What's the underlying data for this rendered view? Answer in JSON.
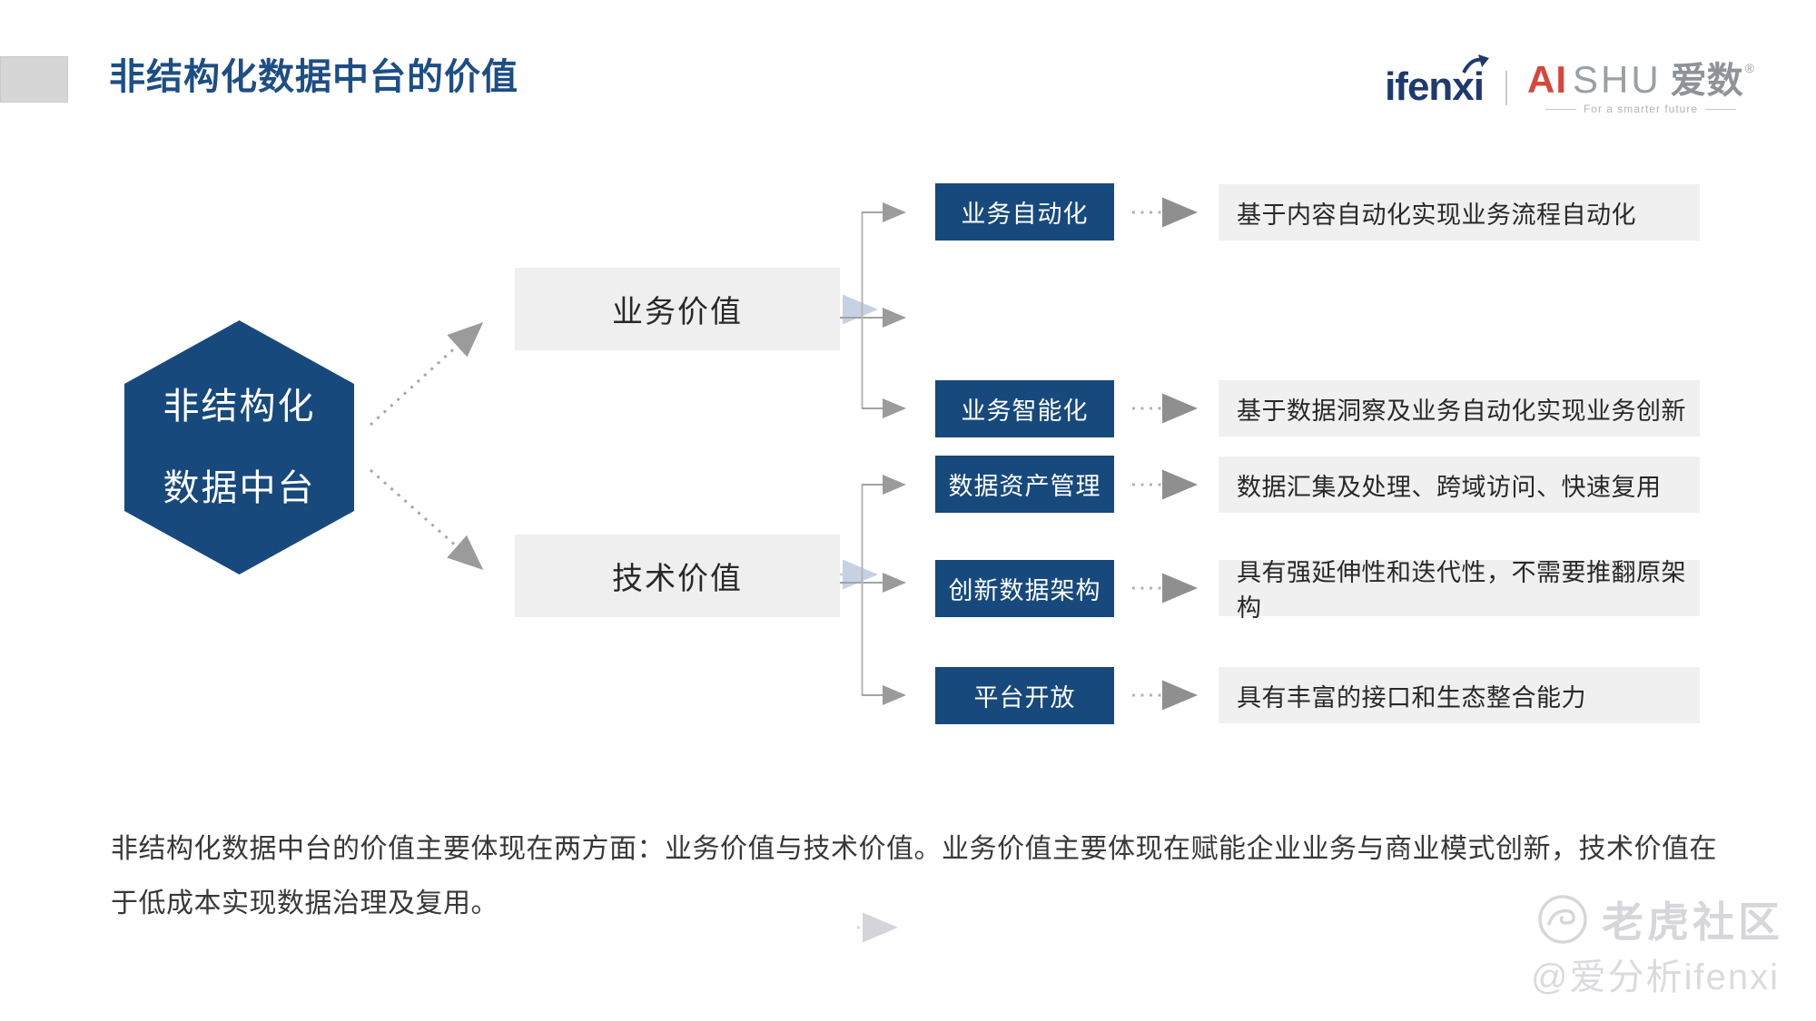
{
  "header": {
    "title": "非结构化数据中台的价值",
    "ifenxi_logo": "ifenxi",
    "aishu": {
      "ai": "AI",
      "shu": "SHU",
      "cn": "爱数",
      "reg": "®",
      "tagline": "For a smarter future"
    }
  },
  "diagram": {
    "root": {
      "line1": "非结构化",
      "line2": "数据中台"
    },
    "branches": [
      {
        "label": "业务价值"
      },
      {
        "label": "技术价值"
      }
    ],
    "rows": [
      {
        "group": "业务价值",
        "box": "业务自动化",
        "desc": "基于内容自动化实现业务流程自动化"
      },
      {
        "group": "业务价值",
        "box": "业务智能化",
        "desc": "基于数据洞察及业务自动化实现业务创新"
      },
      {
        "group": "技术价值",
        "box": "数据资产管理",
        "desc": "数据汇集及处理、跨域访问、快速复用"
      },
      {
        "group": "技术价值",
        "box": "创新数据架构",
        "desc": "具有强延伸性和迭代性，不需要推翻原架构"
      },
      {
        "group": "技术价值",
        "box": "平台开放",
        "desc": "具有丰富的接口和生态整合能力"
      }
    ]
  },
  "summary": {
    "text": "非结构化数据中台的价值主要体现在两方面：业务价值与技术价值。业务价值主要体现在赋能企业业务与商业模式创新，技术价值在于低成本实现数据治理及复用。"
  },
  "watermark": {
    "brand": "老虎社区",
    "handle": "@爱分析ifenxi"
  },
  "colors": {
    "navy": "#17497d",
    "title_navy": "#1d4e86",
    "box_gray": "#efefef",
    "text_dark": "#282828",
    "connector_gray": "#a3a3a3",
    "faint_blue": "#c6d2e4",
    "logo_red": "#d8463a",
    "logo_gray": "#9aa0a4",
    "watermark_gray": "#d7d7db"
  }
}
